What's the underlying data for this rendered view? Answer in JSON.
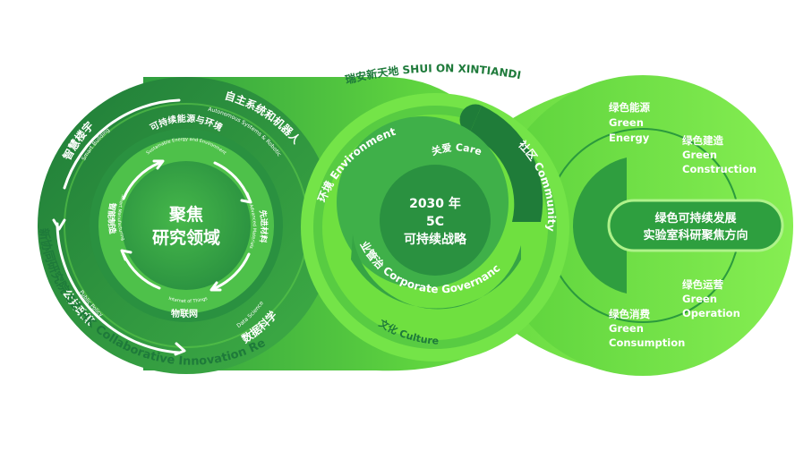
{
  "colors": {
    "dark_green": "#1e7a3a",
    "mid_green": "#3fb049",
    "light_green": "#6fe040",
    "pale_green": "#8ef05a",
    "white": "#ffffff"
  },
  "left_wheel": {
    "center_line1": "聚焦",
    "center_line2": "研究领域",
    "inner_ring_top_cn": "可持续能源与环境",
    "inner_ring_top_en": "Sustainable Energy and Environment",
    "inner_left_cn": "智能制造",
    "inner_left_en": "Smart Manufacturing",
    "inner_right_cn": "先进材料",
    "inner_right_en": "Advanced Materials",
    "inner_bottom_cn": "物联网",
    "inner_bottom_en": "Internet of Things",
    "outer_top_left_cn": "智慧楼宇",
    "outer_top_left_en": "Smart Building",
    "outer_top_right_cn": "自主系统和机器人",
    "outer_top_right_en": "Autonomous Systems & Robotics",
    "outer_bottom_left_cn": "公共政策",
    "outer_bottom_left_en": "Public Policy",
    "outer_bottom_right_cn": "数据科学",
    "outer_bottom_right_en": "Data Science",
    "institute_label": "香港科技大学深港创新协同研究院 SZ-HK Collaborative Innovation Research Institute"
  },
  "middle_wheel": {
    "top_label": "瑞安新天地 SHUI ON XINTIANDI",
    "center_line1": "2030 年",
    "center_line2": "5C",
    "center_line3": "可持续战略",
    "environment": "环境 Environment",
    "care": "关爱 Care",
    "community": "社区 Community",
    "governance": "企业管治 Corporate Governance",
    "culture": "文化 Culture"
  },
  "right_wheel": {
    "lab_line1": "绿色可持续发展",
    "lab_line2": "实验室科研聚焦方向",
    "energy_cn": "绿色能源",
    "energy_en1": "Green",
    "energy_en2": "Energy",
    "construction_cn": "绿色建造",
    "construction_en1": "Green",
    "construction_en2": "Construction",
    "operation_cn": "绿色运营",
    "operation_en1": "Green",
    "operation_en2": "Operation",
    "consumption_cn": "绿色消费",
    "consumption_en1": "Green",
    "consumption_en2": "Consumption"
  }
}
